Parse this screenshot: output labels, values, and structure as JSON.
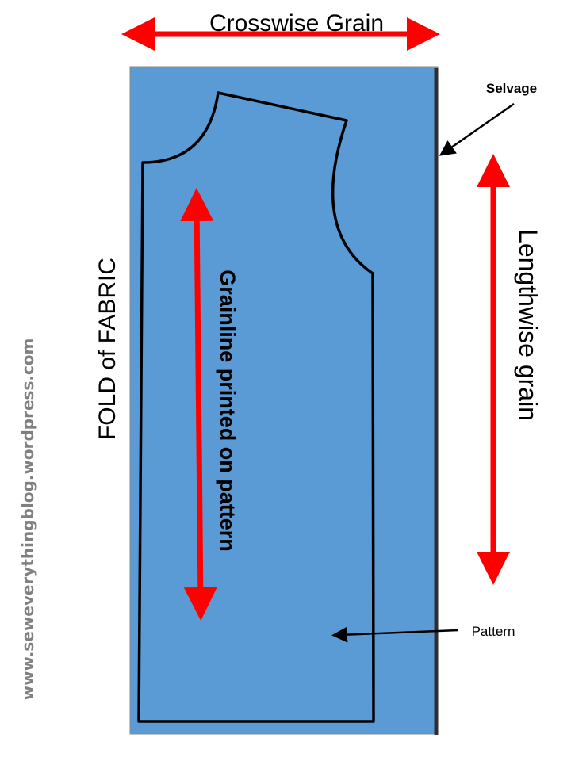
{
  "labels": {
    "crosswise": "Crosswise Grain",
    "selvage": "Selvage",
    "lengthwise": "Lengthwise grain",
    "fold": "FOLD of FABRIC",
    "grainline": "Grainline printed on pattern",
    "pattern": "Pattern",
    "watermark": "www.seweverythingblog.wordpress.com"
  },
  "colors": {
    "fabric": "#5b9bd5",
    "arrow_red": "#ff0000",
    "selvage_edge": "#2e2e2e",
    "pattern_line": "#000000",
    "watermark": "#808080"
  }
}
